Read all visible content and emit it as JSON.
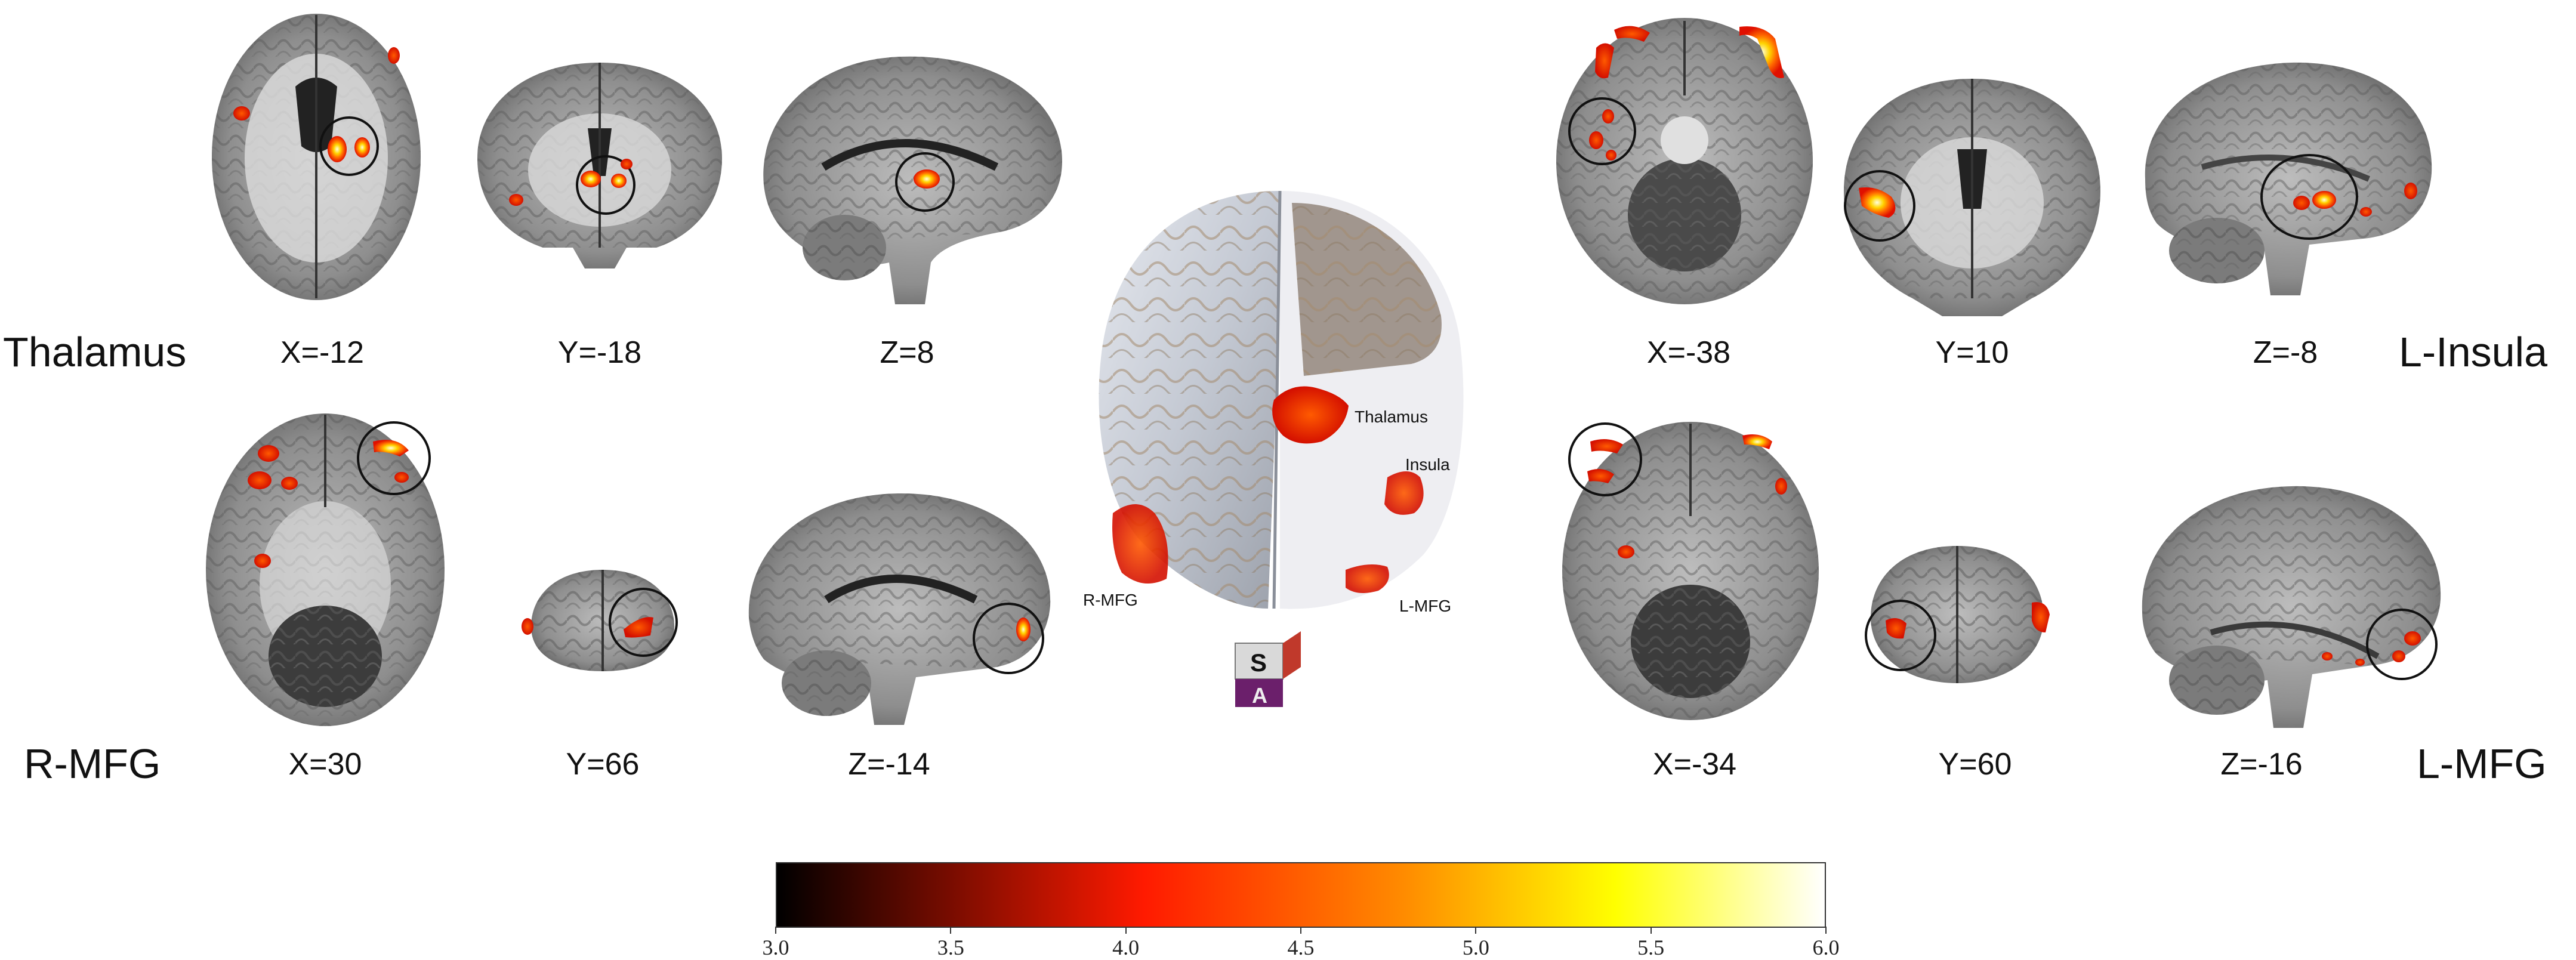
{
  "colors": {
    "low": "#000000",
    "mid_red": "#ff1a00",
    "orange": "#ff8c00",
    "yellow": "#ffff00",
    "high": "#ffffff"
  },
  "panels": {
    "thalamus": {
      "region": "Thalamus",
      "axial": "X=-12",
      "coronal": "Y=-18",
      "sagittal": "Z=8"
    },
    "l_insula": {
      "region": "L-Insula",
      "axial": "X=-38",
      "coronal": "Y=10",
      "sagittal": "Z=-8"
    },
    "r_mfg": {
      "region": "R-MFG",
      "axial": "X=30",
      "coronal": "Y=66",
      "sagittal": "Z=-14"
    },
    "l_mfg": {
      "region": "L-MFG",
      "axial": "X=-34",
      "coronal": "Y=60",
      "sagittal": "Z=-16"
    }
  },
  "render3d": {
    "labels": {
      "thalamus": "Thalamus",
      "insula": "Insula",
      "r_mfg": "R-MFG",
      "l_mfg": "L-MFG"
    },
    "orientation_cube": {
      "top": "S",
      "front": "A"
    }
  },
  "colorbar": {
    "min": 3.0,
    "max": 6.0,
    "ticks": [
      "3.0",
      "3.5",
      "4.0",
      "4.5",
      "5.0",
      "5.5",
      "6.0"
    ]
  }
}
